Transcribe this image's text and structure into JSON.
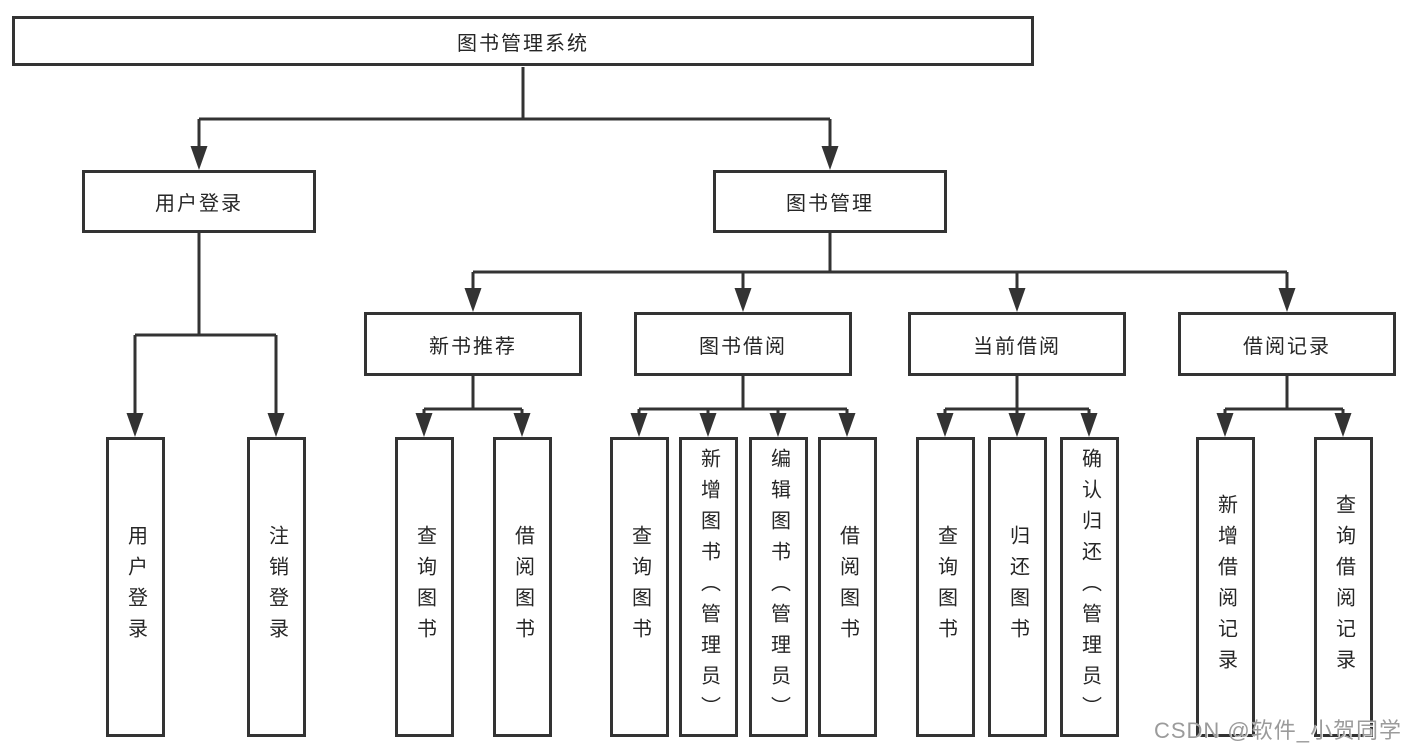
{
  "diagram": {
    "title": "图书管理系统",
    "colors": {
      "line": "#333333",
      "text": "#262626",
      "background": "#ffffff",
      "watermark": "#9b9b9b"
    },
    "level2": [
      {
        "label": "用户登录",
        "children": [
          "用户登录",
          "注销登录"
        ]
      },
      {
        "label": "图书管理"
      }
    ],
    "level3": [
      {
        "label": "新书推荐",
        "children": [
          "查询图书",
          "借阅图书"
        ]
      },
      {
        "label": "图书借阅",
        "children": [
          "查询图书",
          "新增图书（管理员）",
          "编辑图书（管理员）",
          "借阅图书"
        ]
      },
      {
        "label": "当前借阅",
        "children": [
          "查询图书",
          "归还图书",
          "确认归还（管理员）"
        ]
      },
      {
        "label": "借阅记录",
        "children": [
          "新增借阅记录",
          "查询借阅记录"
        ]
      }
    ]
  },
  "watermark": {
    "text": "CSDN @软件_小贺同学"
  }
}
